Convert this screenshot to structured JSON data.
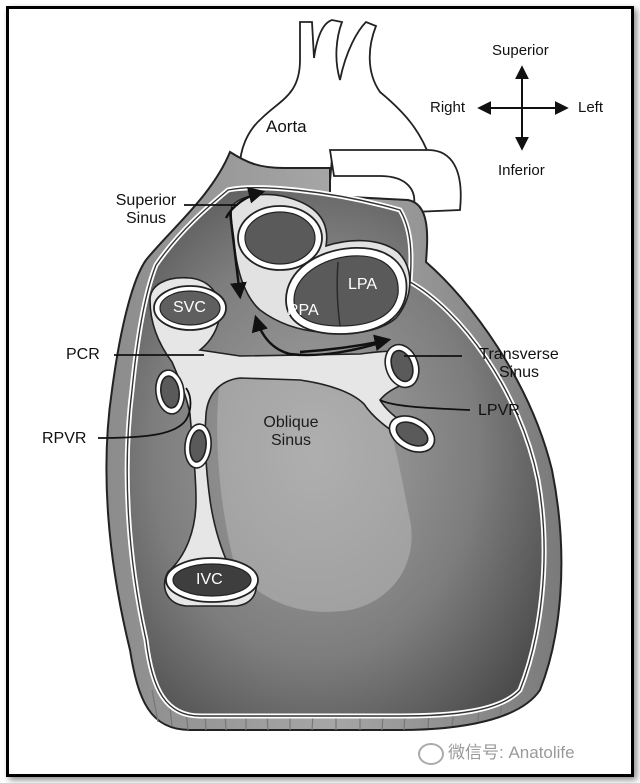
{
  "labels": {
    "aorta": "Aorta",
    "superior_sinus_1": "Superior",
    "superior_sinus_2": "Sinus",
    "svc": "SVC",
    "rpa": "RPA",
    "lpa": "LPA",
    "pcr": "PCR",
    "transverse_sinus_1": "Transverse",
    "transverse_sinus_2": "Sinus",
    "lpvr": "LPVR",
    "rpvr": "RPVR",
    "oblique_sinus_1": "Oblique",
    "oblique_sinus_2": "Sinus",
    "ivc": "IVC"
  },
  "compass": {
    "superior": "Superior",
    "inferior": "Inferior",
    "right": "Right",
    "left": "Left"
  },
  "watermark": {
    "text": "微信号: Anatolife"
  },
  "colors": {
    "frame": "#000000",
    "pericardium": "#8a8a8a",
    "interior": "#5e5e5e",
    "reflection": "#dcdcdc"
  }
}
